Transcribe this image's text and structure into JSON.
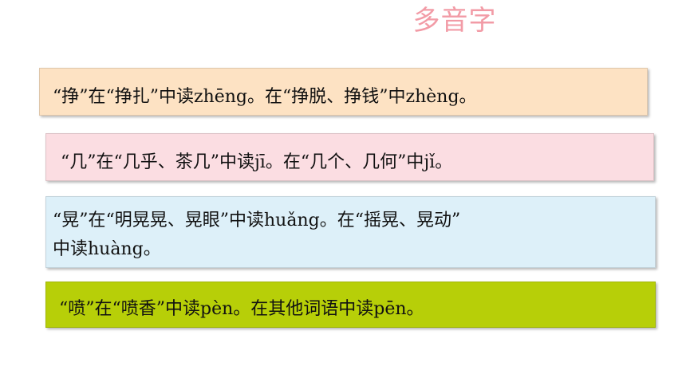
{
  "title": "多音字",
  "colors": {
    "title": "#f29ba6",
    "card_1": "#fde2c3",
    "card_2": "#fbdde2",
    "card_3": "#ddf0f9",
    "card_4": "#b7cf08"
  },
  "cards": [
    {
      "text": "“挣”在“挣扎”中读zhēng。在“挣脱、挣钱”中zhèng。"
    },
    {
      "text": "“几”在“几乎、茶几”中读jī。在“几个、几何”中jǐ。"
    },
    {
      "line1": "“晃”在“明晃晃、晃眼”中读huǎng。在“摇晃、晃动”",
      "line2": "中读huàng。"
    },
    {
      "text": "“喷”在“喷香”中读pèn。在其他词语中读pēn。"
    }
  ]
}
